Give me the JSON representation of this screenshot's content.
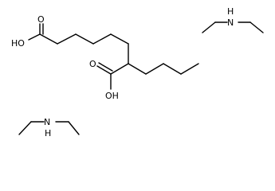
{
  "structure": {
    "diacid": {
      "hydroxyl_top": "HO",
      "oxygen_top": "O",
      "hydroxyl_bottom": "OH",
      "oxygen_bottom": "O"
    },
    "amine_right": {
      "nitrogen": "N",
      "hydrogen": "H"
    },
    "amine_left": {
      "nitrogen": "N",
      "hydrogen": "H"
    }
  }
}
